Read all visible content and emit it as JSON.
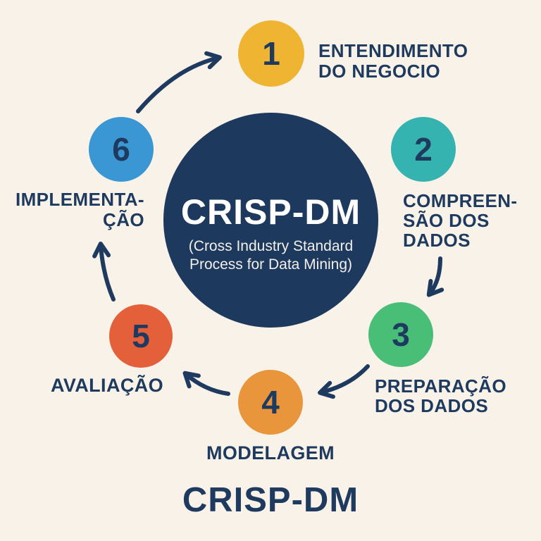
{
  "background_color": "#f8f2e8",
  "accent_navy": "#1e3a5f",
  "center": {
    "title": "CRISP-DM",
    "subtitle": "(Cross Industry Standard\nProcess for Data Mining)",
    "circle_color": "#1d3a5e",
    "text_color": "#ffffff"
  },
  "steps": [
    {
      "number": "1",
      "label": "ENTENDIMENTO\nDO NEGOCIO",
      "color": "#f0b433"
    },
    {
      "number": "2",
      "label": "COMPREEN-\nSÃO DOS\nDADOS",
      "color": "#35b3b1"
    },
    {
      "number": "3",
      "label": "PREPARAÇÃO\nDOS DADOS",
      "color": "#48be77"
    },
    {
      "number": "4",
      "label": "MODELAGEM",
      "color": "#e9953c"
    },
    {
      "number": "5",
      "label": "AVALIAÇÃO",
      "color": "#e4603b"
    },
    {
      "number": "6",
      "label": "IMPLEMENTA-\nÇÃO",
      "color": "#3b97d3"
    }
  ],
  "footer_title": "CRISP-DM"
}
